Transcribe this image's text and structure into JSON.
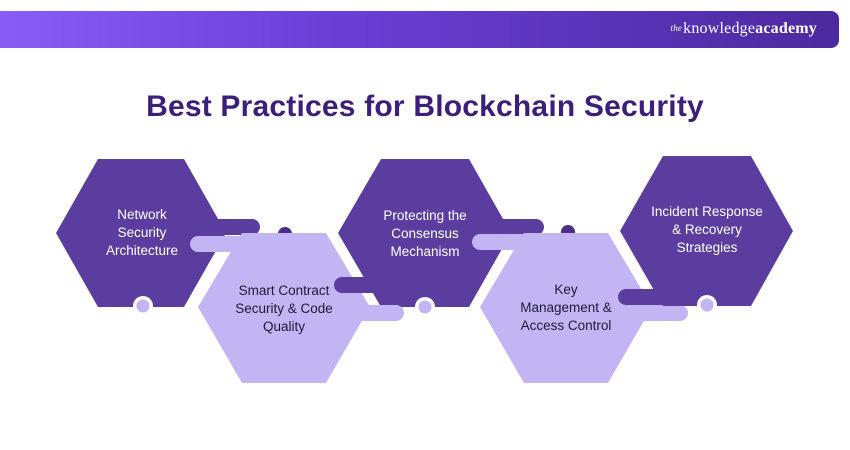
{
  "header": {
    "brand_the": "the",
    "brand_knowledge": "knowledge",
    "brand_academy": "academy"
  },
  "title": "Best Practices for Blockchain Security",
  "steps": [
    {
      "label": "Network Security Architecture",
      "lines": [
        "Network",
        "Security",
        "Architecture"
      ]
    },
    {
      "label": "Smart Contract Security & Code Quality",
      "lines": [
        "Smart Contract",
        "Security & Code",
        "Quality"
      ]
    },
    {
      "label": "Protecting the Consensus Mechanism",
      "lines": [
        "Protecting the",
        "Consensus",
        "Mechanism"
      ]
    },
    {
      "label": "Key Management & Access Control",
      "lines": [
        "Key",
        "Management &",
        "Access Control"
      ]
    },
    {
      "label": "Incident Response & Recovery Strategies",
      "lines": [
        "Incident Response",
        "& Recovery",
        "Strategies"
      ]
    }
  ],
  "colors": {
    "dark_hex": "#5a3d9e",
    "light_hex": "#c3b5f4",
    "dark_dot": "#4a2f8a",
    "light_dot": "#c3b5f4",
    "title": "#3b1f7a"
  }
}
